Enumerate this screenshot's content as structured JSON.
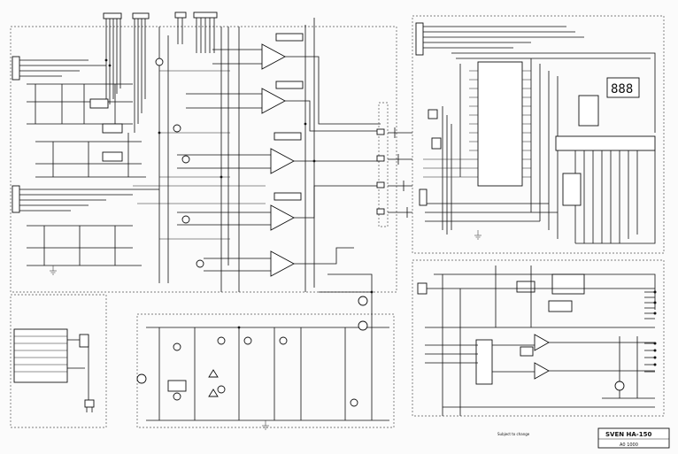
{
  "title_block": {
    "model": "SVEN HA-150",
    "revision": "A0 1000",
    "note": "Subject to change"
  },
  "sections": {
    "amplifier": {
      "name": ""
    },
    "controller": {
      "name": ""
    },
    "power_supply": {
      "name": ""
    },
    "mains": {
      "name": ""
    },
    "aux": {
      "name": ""
    }
  },
  "colors": {
    "ink": "#111111",
    "paper": "#fbfbfb",
    "frame": "#555555"
  },
  "icons": [
    "warning-triangle-icon",
    "ground-symbol-icon",
    "mains-plug-icon",
    "seven-segment-display-icon"
  ]
}
